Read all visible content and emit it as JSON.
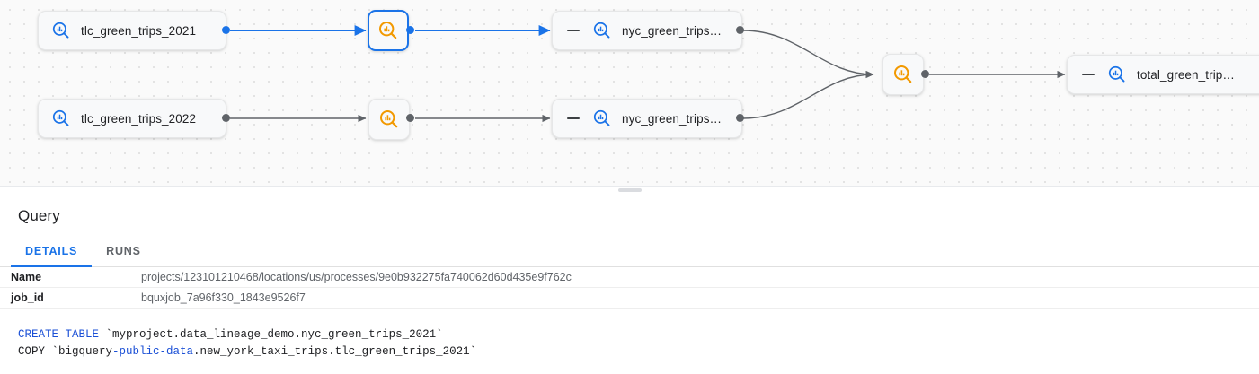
{
  "graph": {
    "nodes": [
      {
        "id": "tlc2021",
        "label": "tlc_green_trips_2021",
        "type": "table",
        "icon": "bigquery-table-icon",
        "collapsible": false,
        "selected": false
      },
      {
        "id": "tlc2022",
        "label": "tlc_green_trips_2022",
        "type": "table",
        "icon": "bigquery-table-icon",
        "collapsible": false,
        "selected": false
      },
      {
        "id": "proc1",
        "label": "",
        "type": "process",
        "icon": "bigquery-process-icon",
        "collapsible": false,
        "selected": true
      },
      {
        "id": "proc2",
        "label": "",
        "type": "process",
        "icon": "bigquery-process-icon",
        "collapsible": false,
        "selected": false
      },
      {
        "id": "nyc1",
        "label": "nyc_green_trips…",
        "type": "table",
        "icon": "bigquery-table-icon",
        "collapsible": true,
        "selected": false
      },
      {
        "id": "nyc2",
        "label": "nyc_green_trips…",
        "type": "table",
        "icon": "bigquery-table-icon",
        "collapsible": true,
        "selected": false
      },
      {
        "id": "proc3",
        "label": "",
        "type": "process",
        "icon": "bigquery-process-icon",
        "collapsible": false,
        "selected": false
      },
      {
        "id": "total",
        "label": "total_green_trip…",
        "type": "table",
        "icon": "bigquery-table-icon",
        "collapsible": true,
        "selected": false
      }
    ],
    "colors": {
      "edge": "#5f6368",
      "edge_active": "#1a73e8",
      "table_icon": "#1a73e8",
      "process_icon": "#f29900",
      "node_background": "#f8f9fa",
      "canvas_background": "#fafafa"
    }
  },
  "panel": {
    "title": "Query",
    "tabs": [
      {
        "id": "details",
        "label": "DETAILS",
        "active": true
      },
      {
        "id": "runs",
        "label": "RUNS",
        "active": false
      }
    ],
    "rows": [
      {
        "key": "Name",
        "value": "projects/123101210468/locations/us/processes/9e0b932275fa740062d60d435e9f762c"
      },
      {
        "key": "job_id",
        "value": "bquxjob_7a96f330_1843e9526f7"
      }
    ]
  },
  "sql": {
    "line1": {
      "keyword": "CREATE TABLE",
      "rest": " `myproject.data_lineage_demo.nyc_green_trips_2021`"
    },
    "line2": {
      "prefix": "COPY `bigquery",
      "highlight": "-public-data",
      "suffix": ".new_york_taxi_trips.tlc_green_trips_2021`"
    }
  }
}
